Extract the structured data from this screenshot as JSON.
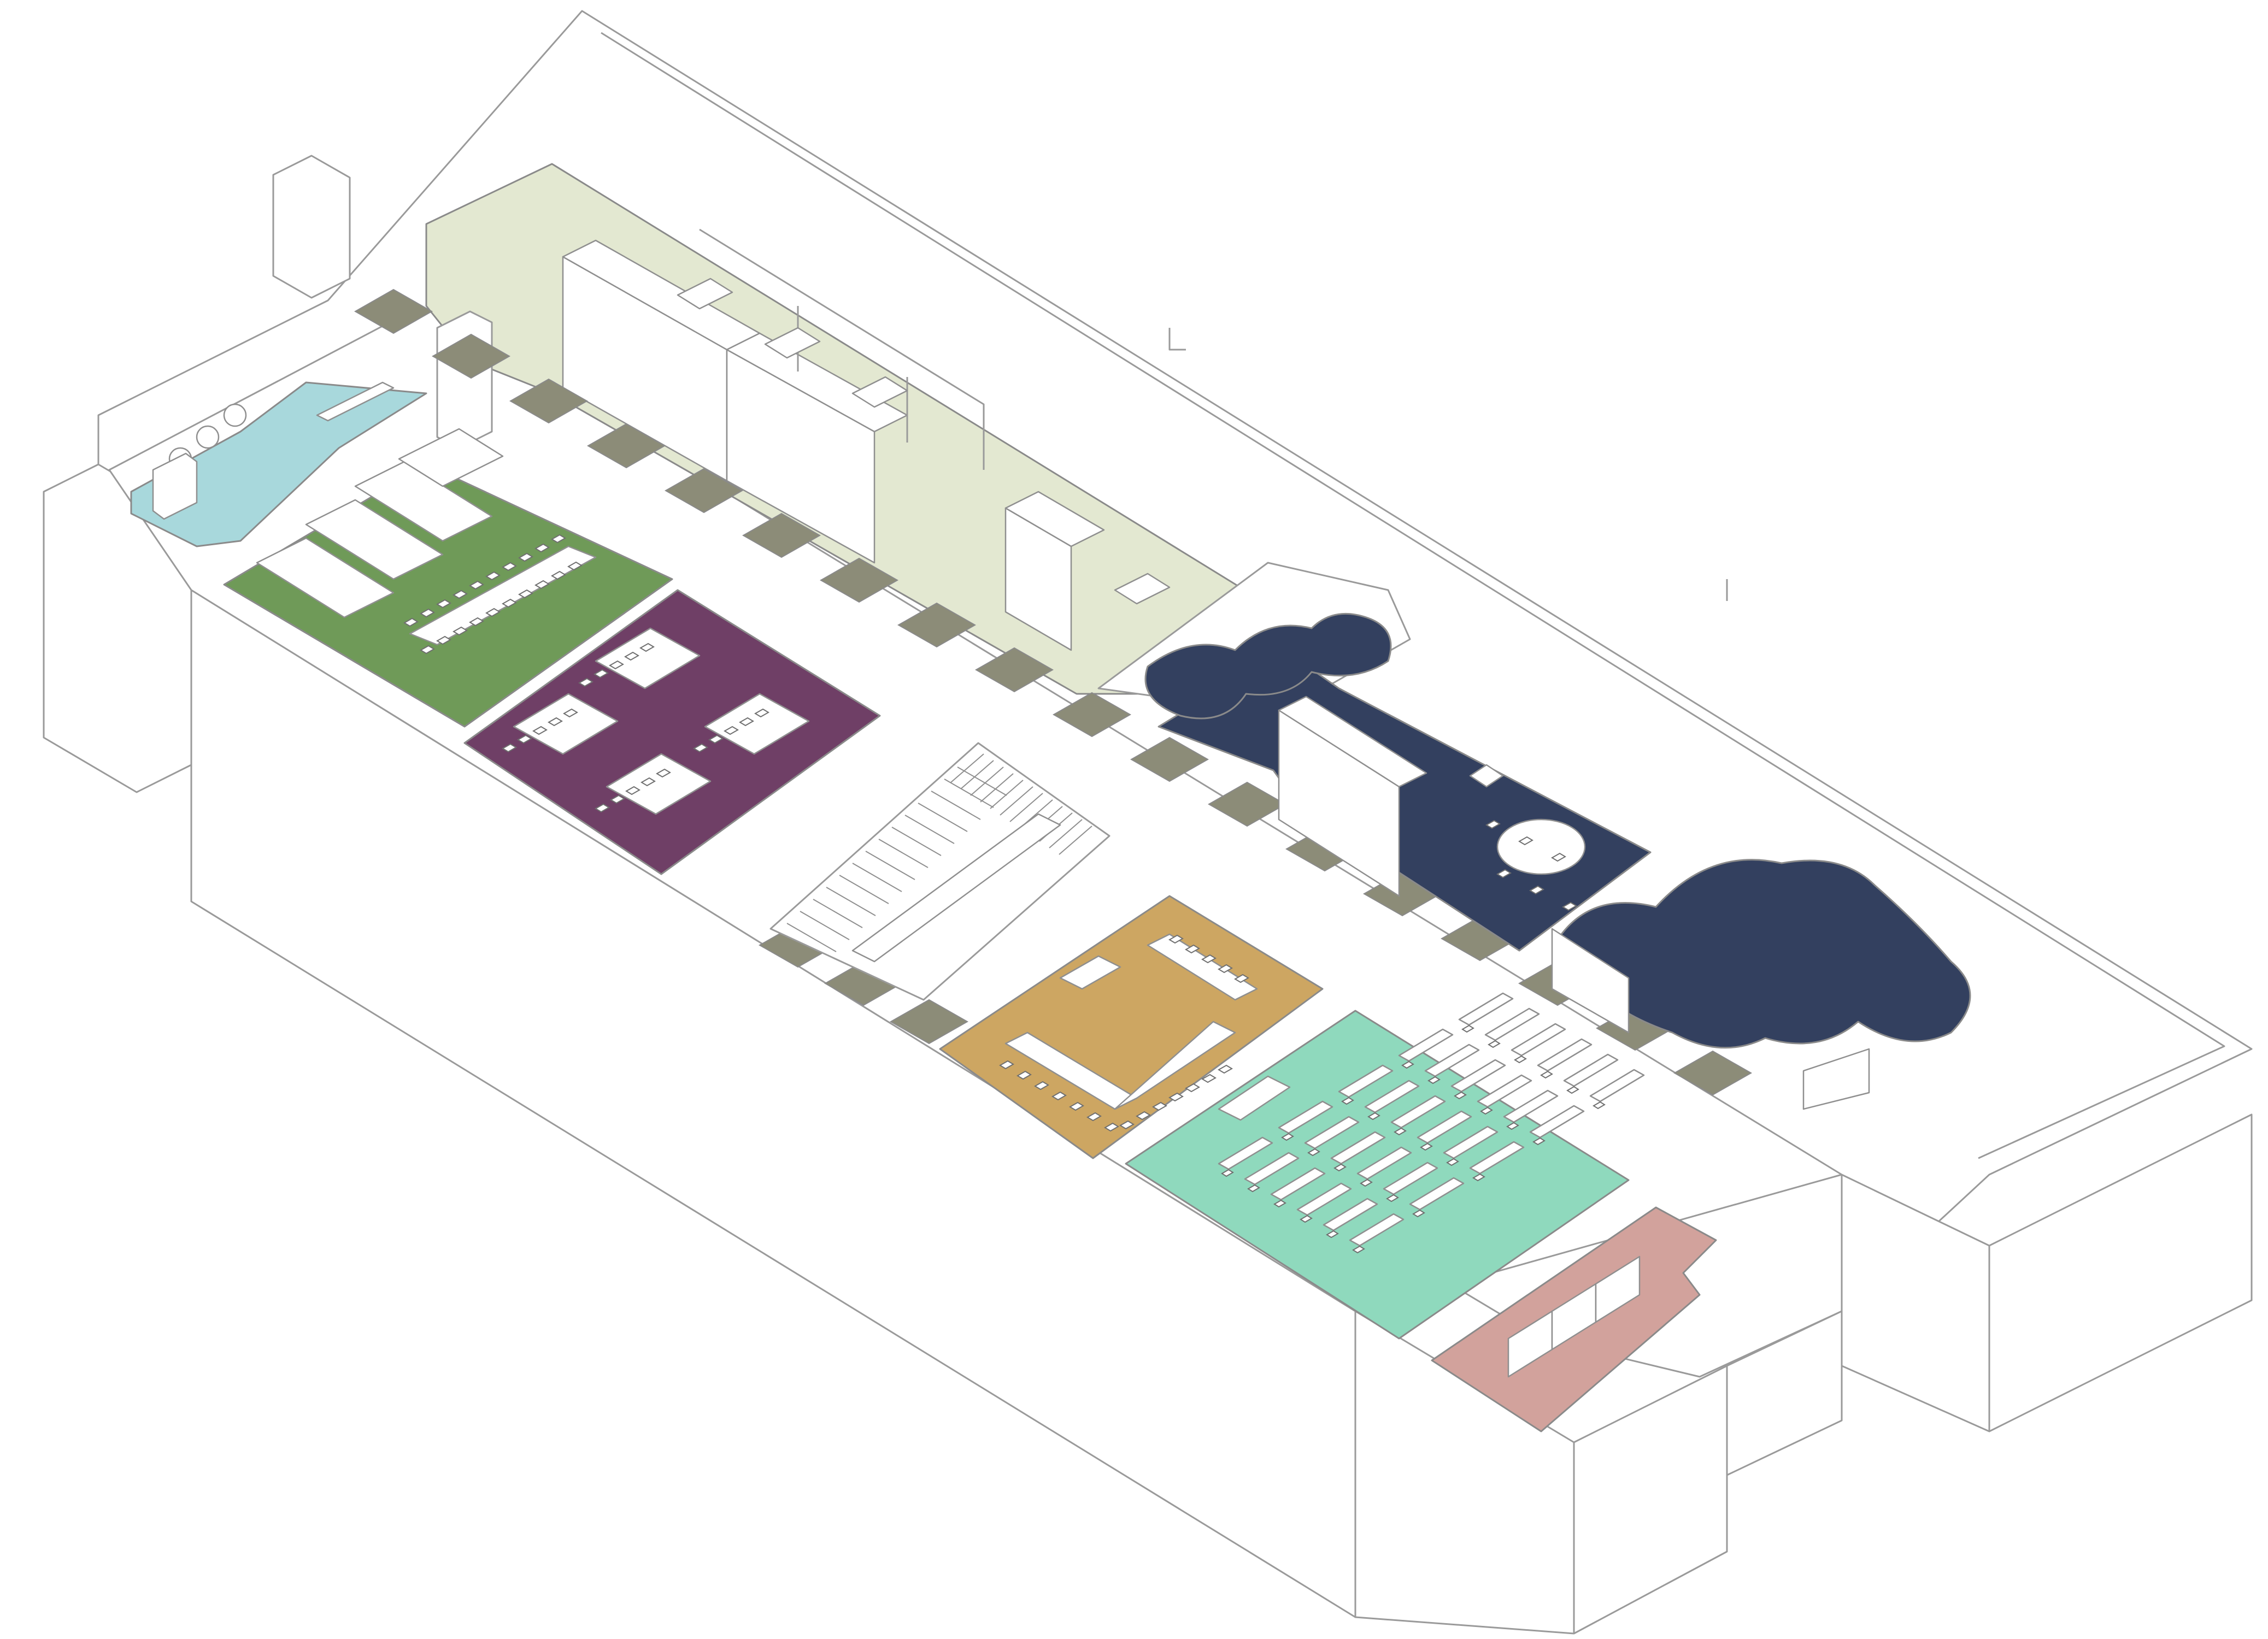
{
  "title": "",
  "colors": {
    "background": "#ffffff",
    "outline": "#9a9a9a",
    "sage_wing": "#e3e8d1",
    "reception_blue": "#a8d8dc",
    "green_room": "#6f9a58",
    "purple_room": "#6f3f66",
    "navy_lounge": "#33405f",
    "ochre_room": "#cda662",
    "mint_room": "#8fd9bd",
    "pink_room": "#d2a29c",
    "corridor_tile": "#8c8c78"
  },
  "zones": [
    {
      "id": "sage-wing",
      "color_key": "sage_wing",
      "icon": "desk-and-shelves"
    },
    {
      "id": "reception",
      "color_key": "reception_blue",
      "icon": "toilets"
    },
    {
      "id": "green-room",
      "color_key": "green_room",
      "icon": "long-table-with-chairs"
    },
    {
      "id": "purple-room",
      "color_key": "purple_room",
      "icon": "group-tables"
    },
    {
      "id": "navy-lounge",
      "color_key": "navy_lounge",
      "icon": "round-table"
    },
    {
      "id": "ochre-room",
      "color_key": "ochre_room",
      "icon": "u-shaped-table"
    },
    {
      "id": "mint-room",
      "color_key": "mint_room",
      "icon": "classroom-rows"
    },
    {
      "id": "pink-room",
      "color_key": "pink_room",
      "icon": "booths"
    }
  ],
  "corridor": {
    "tile_count": 18
  },
  "stair": {
    "icon": "staircase"
  }
}
